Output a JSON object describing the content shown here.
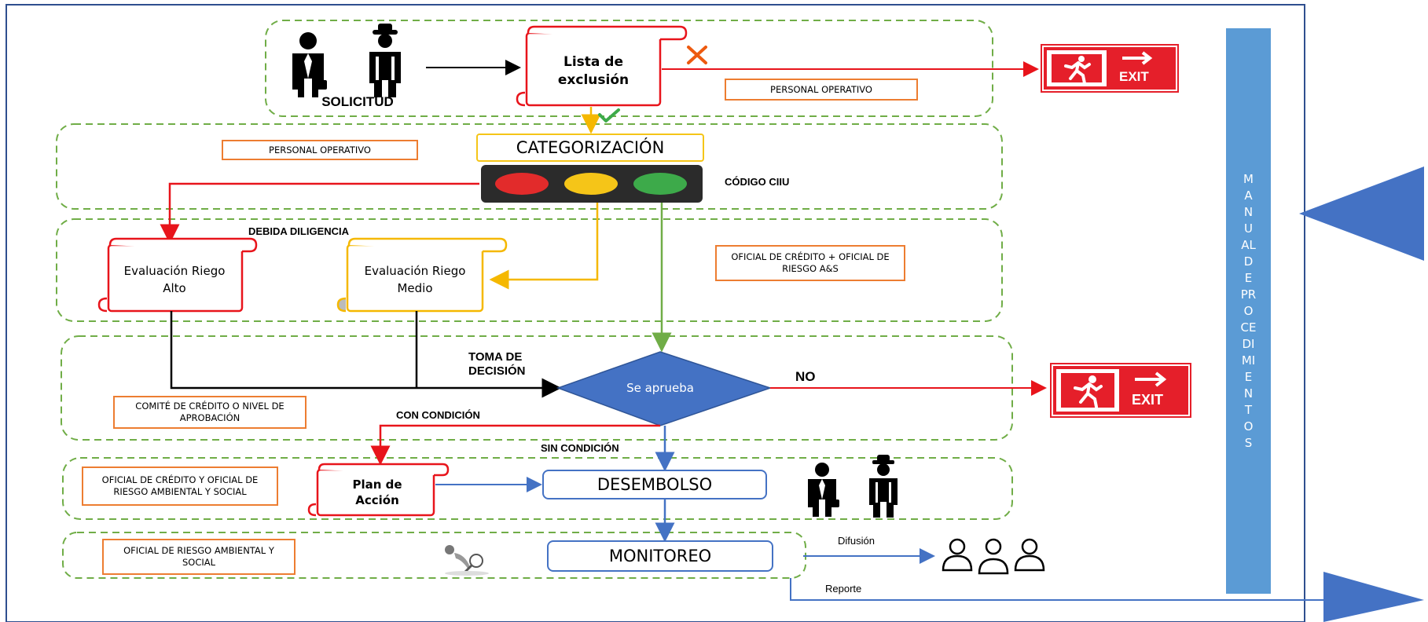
{
  "top": {
    "solicitud_label": "SOLICITUD",
    "lista_label": "Lista de exclusión",
    "personal_operativo_top": "PERSONAL OPERATIVO",
    "exit_label": "EXIT"
  },
  "categorizacion": {
    "personal_operativo": "PERSONAL OPERATIVO",
    "title": "CATEGORIZACIÓN",
    "codigo_label": "CÓDIGO CIIU",
    "light_colors": [
      "#E22B2B",
      "#F5C518",
      "#3DAA4A"
    ]
  },
  "diligencia": {
    "title": "DEBIDA DILIGENCIA",
    "alto_label": "Evaluación Riego Alto",
    "medio_label": "Evaluación Riego Medio",
    "oficiales_label": "OFICIAL DE CRÉDITO + OFICIAL DE RIESGO A&S"
  },
  "decision": {
    "toma_label": "TOMA DE DECISIÓN",
    "diamond_label": "Se aprueba",
    "no_label": "NO",
    "comite_label": "COMITÉ DE CRÉDITO O NIVEL DE APROBACIÓN",
    "con_condicion": "CON CONDICIÓN",
    "sin_condicion": "SIN CONDICIÓN",
    "exit_label": "EXIT"
  },
  "desembolso": {
    "oficial_label": "OFICIAL DE CRÉDITO Y OFICIAL DE RIESGO AMBIENTAL Y SOCIAL",
    "plan_label": "Plan de Acción",
    "title": "DESEMBOLSO"
  },
  "monitoreo": {
    "oficial_label": "OFICIAL DE RIESGO AMBIENTAL Y SOCIAL",
    "title": "MONITOREO",
    "difusion_label": "Difusión",
    "reporte_label": "Reporte"
  },
  "manual_label": "MANUAL  DE  PROCEDIMIENTOS",
  "colors": {
    "red": "#E8141B",
    "yellow": "#F5B800",
    "green_dash": "#70AD47",
    "blue": "#4472C4",
    "diamond": "#4472C4",
    "orange_border": "#ED7D31",
    "manual_bar": "#5B9BD5"
  }
}
